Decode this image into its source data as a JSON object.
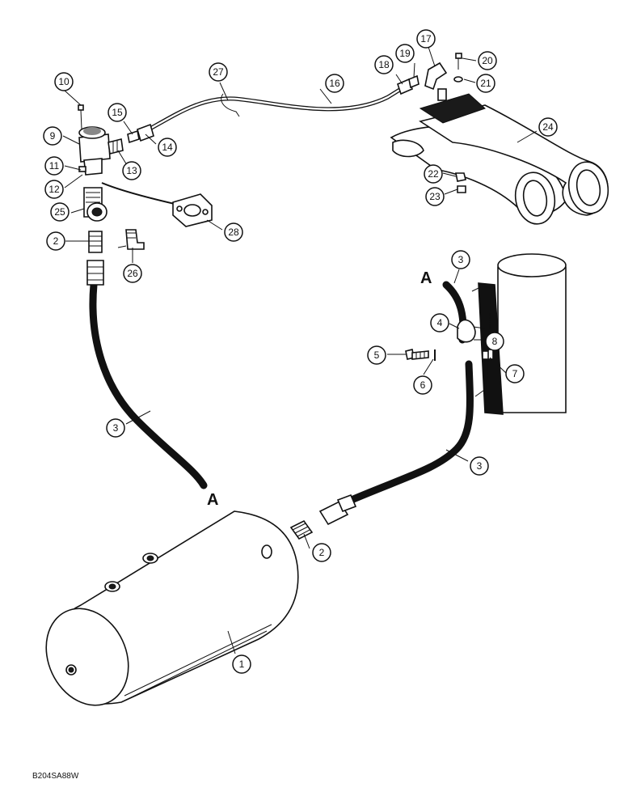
{
  "figure_code": "B204SA88W",
  "connection_labels": {
    "left": "A",
    "right": "A"
  },
  "callouts": [
    {
      "id": "c1",
      "label": "1"
    },
    {
      "id": "c2a",
      "label": "2"
    },
    {
      "id": "c2b",
      "label": "2"
    },
    {
      "id": "c3a",
      "label": "3"
    },
    {
      "id": "c3b",
      "label": "3"
    },
    {
      "id": "c3c",
      "label": "3"
    },
    {
      "id": "c4",
      "label": "4"
    },
    {
      "id": "c5",
      "label": "5"
    },
    {
      "id": "c6",
      "label": "6"
    },
    {
      "id": "c7",
      "label": "7"
    },
    {
      "id": "c8",
      "label": "8"
    },
    {
      "id": "c9",
      "label": "9"
    },
    {
      "id": "c10",
      "label": "10"
    },
    {
      "id": "c11",
      "label": "11"
    },
    {
      "id": "c12",
      "label": "12"
    },
    {
      "id": "c13",
      "label": "13"
    },
    {
      "id": "c14",
      "label": "14"
    },
    {
      "id": "c15",
      "label": "15"
    },
    {
      "id": "c16",
      "label": "16"
    },
    {
      "id": "c17",
      "label": "17"
    },
    {
      "id": "c18",
      "label": "18"
    },
    {
      "id": "c19",
      "label": "19"
    },
    {
      "id": "c20",
      "label": "20"
    },
    {
      "id": "c21",
      "label": "21"
    },
    {
      "id": "c22",
      "label": "22"
    },
    {
      "id": "c23",
      "label": "23"
    },
    {
      "id": "c24",
      "label": "24"
    },
    {
      "id": "c25",
      "label": "25"
    },
    {
      "id": "c26",
      "label": "26"
    },
    {
      "id": "c27",
      "label": "27"
    },
    {
      "id": "c28",
      "label": "28"
    }
  ]
}
